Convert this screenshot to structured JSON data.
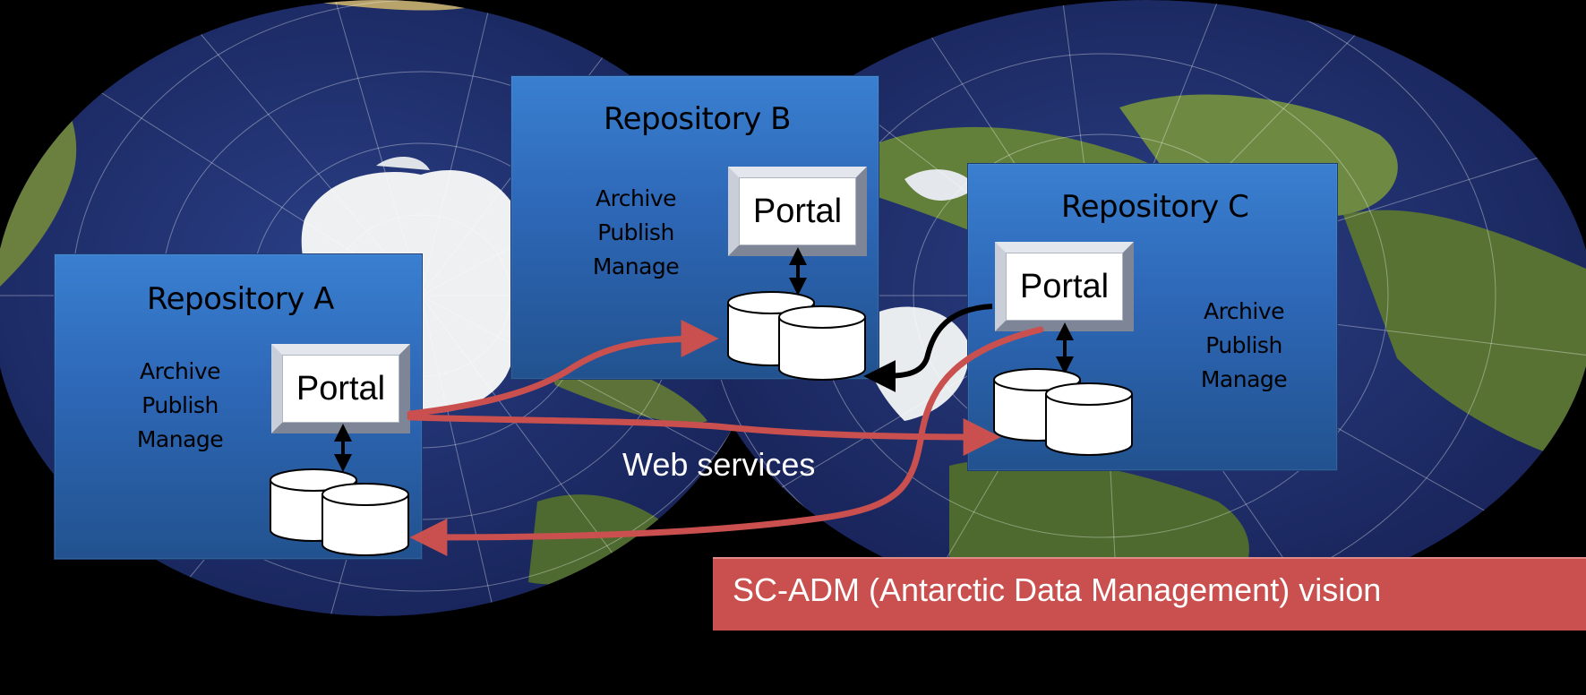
{
  "repositories": {
    "a": {
      "title": "Repository A",
      "functions": [
        "Archive",
        "Publish",
        "Manage"
      ],
      "portal_label": "Portal"
    },
    "b": {
      "title": "Repository B",
      "functions": [
        "Archive",
        "Publish",
        "Manage"
      ],
      "portal_label": "Portal"
    },
    "c": {
      "title": "Repository C",
      "functions": [
        "Archive",
        "Publish",
        "Manage"
      ],
      "portal_label": "Portal"
    }
  },
  "link_label": "Web services",
  "banner_text": "SC-ADM  (Antarctic Data Management) vision",
  "colors": {
    "repository_fill": "#2d67b6",
    "link_arrow": "#c9504e",
    "banner_fill": "#c9504e",
    "ocean": "#1f2f6e",
    "land": "#5f7a3a",
    "ice": "#e9ecef"
  }
}
